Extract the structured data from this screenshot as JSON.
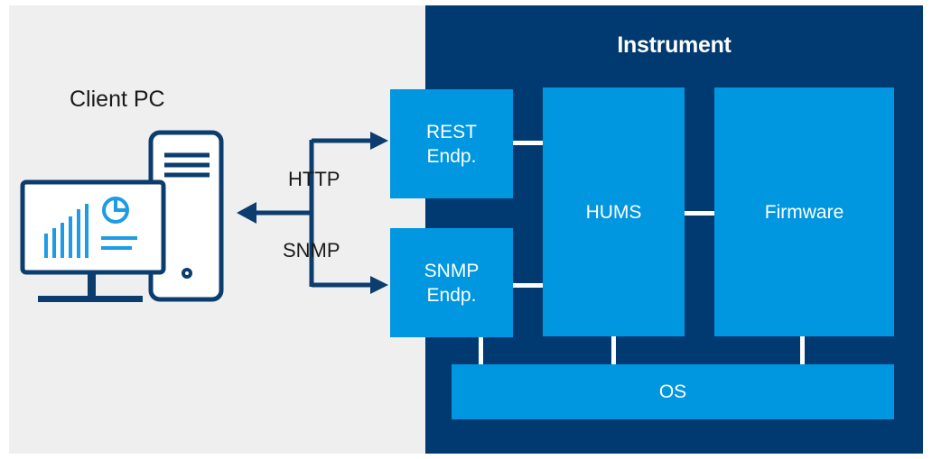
{
  "instrument": {
    "title": "Instrument"
  },
  "client": {
    "label": "Client PC"
  },
  "protocols": {
    "http": "HTTP",
    "snmp": "SNMP"
  },
  "blocks": {
    "rest": "REST\nEndp.",
    "snmp": "SNMP\nEndp.",
    "hums": "HUMS",
    "firmware": "Firmware",
    "os": "OS"
  },
  "colors": {
    "instrument_bg": "#003a70",
    "block": "#0096e0",
    "arrow": "#0b3d6e",
    "background": "#efefef",
    "icon_blue": "#1e9be6"
  },
  "icons": [
    "desktop-computer-icon",
    "tower-case-icon",
    "bar-chart-icon",
    "pie-chart-icon"
  ]
}
